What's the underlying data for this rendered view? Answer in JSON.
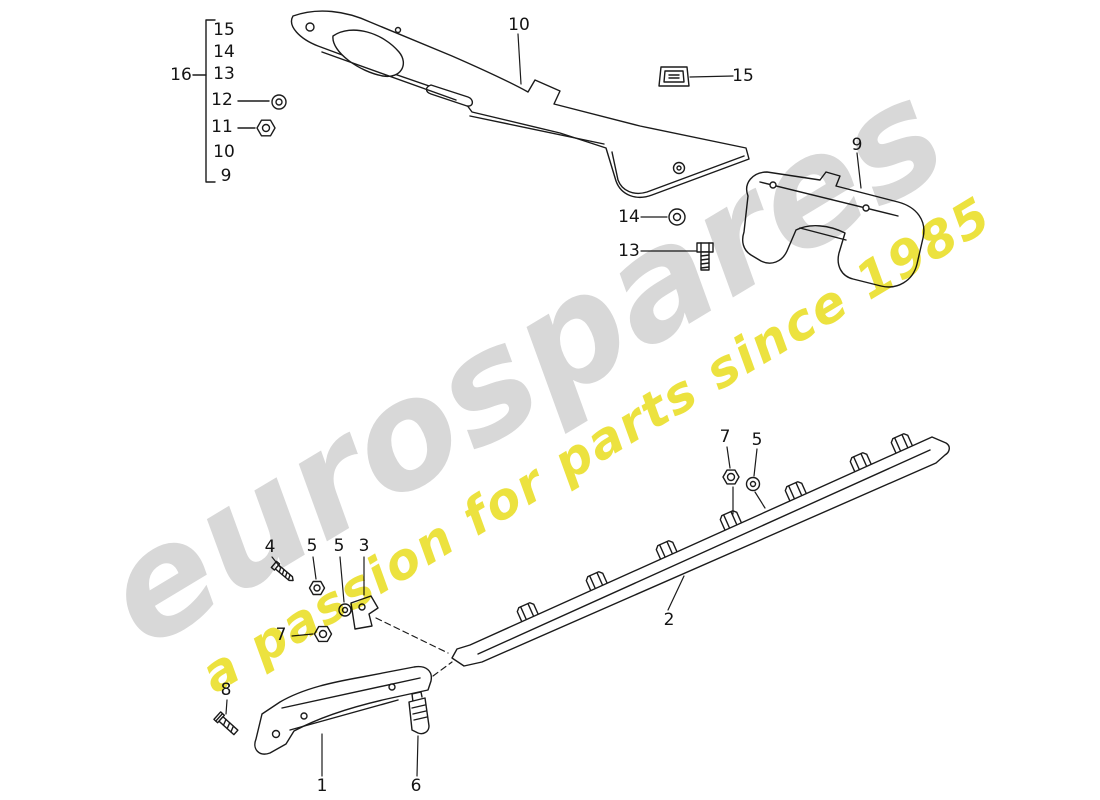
{
  "watermark": {
    "brand": "eurospares",
    "tagline": "a passion for parts since 1985",
    "brand_color": "#d8d8d8",
    "tagline_color": "#ece23f"
  },
  "legend": {
    "pointer_label": "16",
    "items": [
      {
        "label": "15"
      },
      {
        "label": "14"
      },
      {
        "label": "13"
      },
      {
        "label": "12"
      },
      {
        "label": "11"
      },
      {
        "label": "10"
      },
      {
        "label": "9"
      }
    ]
  },
  "callouts": {
    "panel": {
      "label": "10"
    },
    "clip_top": {
      "label": "15"
    },
    "cover_right": {
      "label": "9"
    },
    "washer_mid": {
      "label": "14"
    },
    "bolt_mid": {
      "label": "13"
    },
    "nut_top": {
      "label": "7"
    },
    "washer_top": {
      "label": "5"
    },
    "sill_strip": {
      "label": "2"
    },
    "screw_left": {
      "label": "4"
    },
    "nut_left_a": {
      "label": "5"
    },
    "nut_left_b": {
      "label": "5"
    },
    "bracket_small": {
      "label": "3"
    },
    "nut_lower": {
      "label": "7"
    },
    "bolt_lower": {
      "label": "8"
    },
    "support_rail": {
      "label": "1"
    },
    "clip_bottom": {
      "label": "6"
    }
  }
}
